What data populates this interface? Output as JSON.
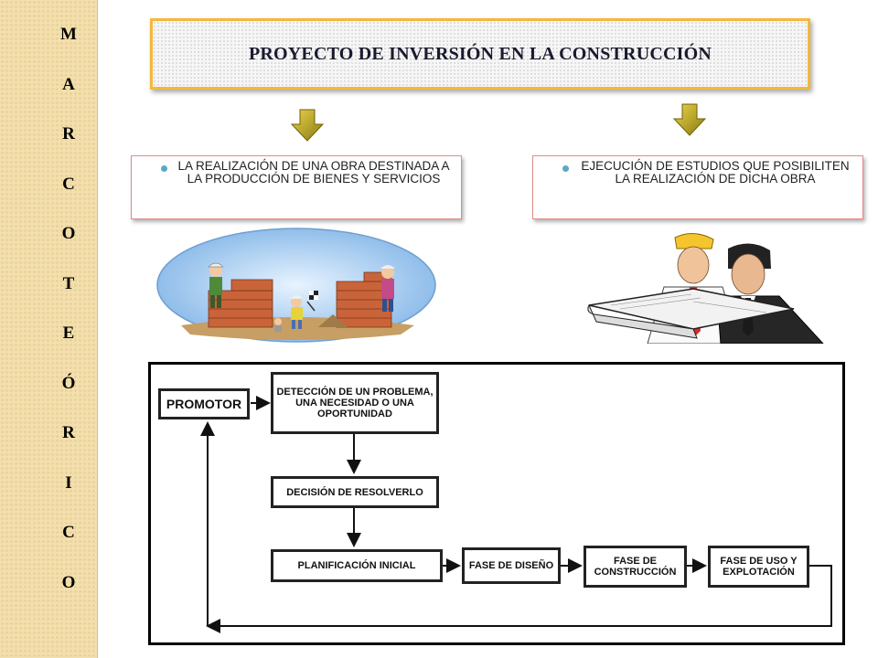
{
  "side_letters": [
    "M",
    "A",
    "R",
    "C",
    "O",
    "T",
    "E",
    "Ó",
    "R",
    "I",
    "C",
    "O"
  ],
  "title": "PROYECTO DE INVERSIÓN EN LA CONSTRUCCIÓN",
  "left_bullet": "LA REALIZACIÓN DE UNA OBRA DESTINADA A LA PRODUCCIÓN DE BIENES Y SERVICIOS",
  "right_bullet": "EJECUCIÓN DE ESTUDIOS QUE POSIBILITEN LA REALIZACIÓN DE DICHA OBRA",
  "flow": {
    "promotor": "PROMOTOR",
    "deteccion": "DETECCIÓN DE UN PROBLEMA, UNA NECESIDAD O UNA OPORTUNIDAD",
    "decision": "DECISIÓN DE RESOLVERLO",
    "planificacion": "PLANIFICACIÓN INICIAL",
    "diseno": "FASE DE DISEÑO",
    "construccion": "FASE DE CONSTRUCCIÓN",
    "uso": "FASE DE USO Y EXPLOTACIÓN"
  },
  "colors": {
    "title_border": "#f5b73b",
    "side_band": "#f3dfad",
    "arrow": "#b9a31e",
    "bullet": "#5aa9c6"
  }
}
